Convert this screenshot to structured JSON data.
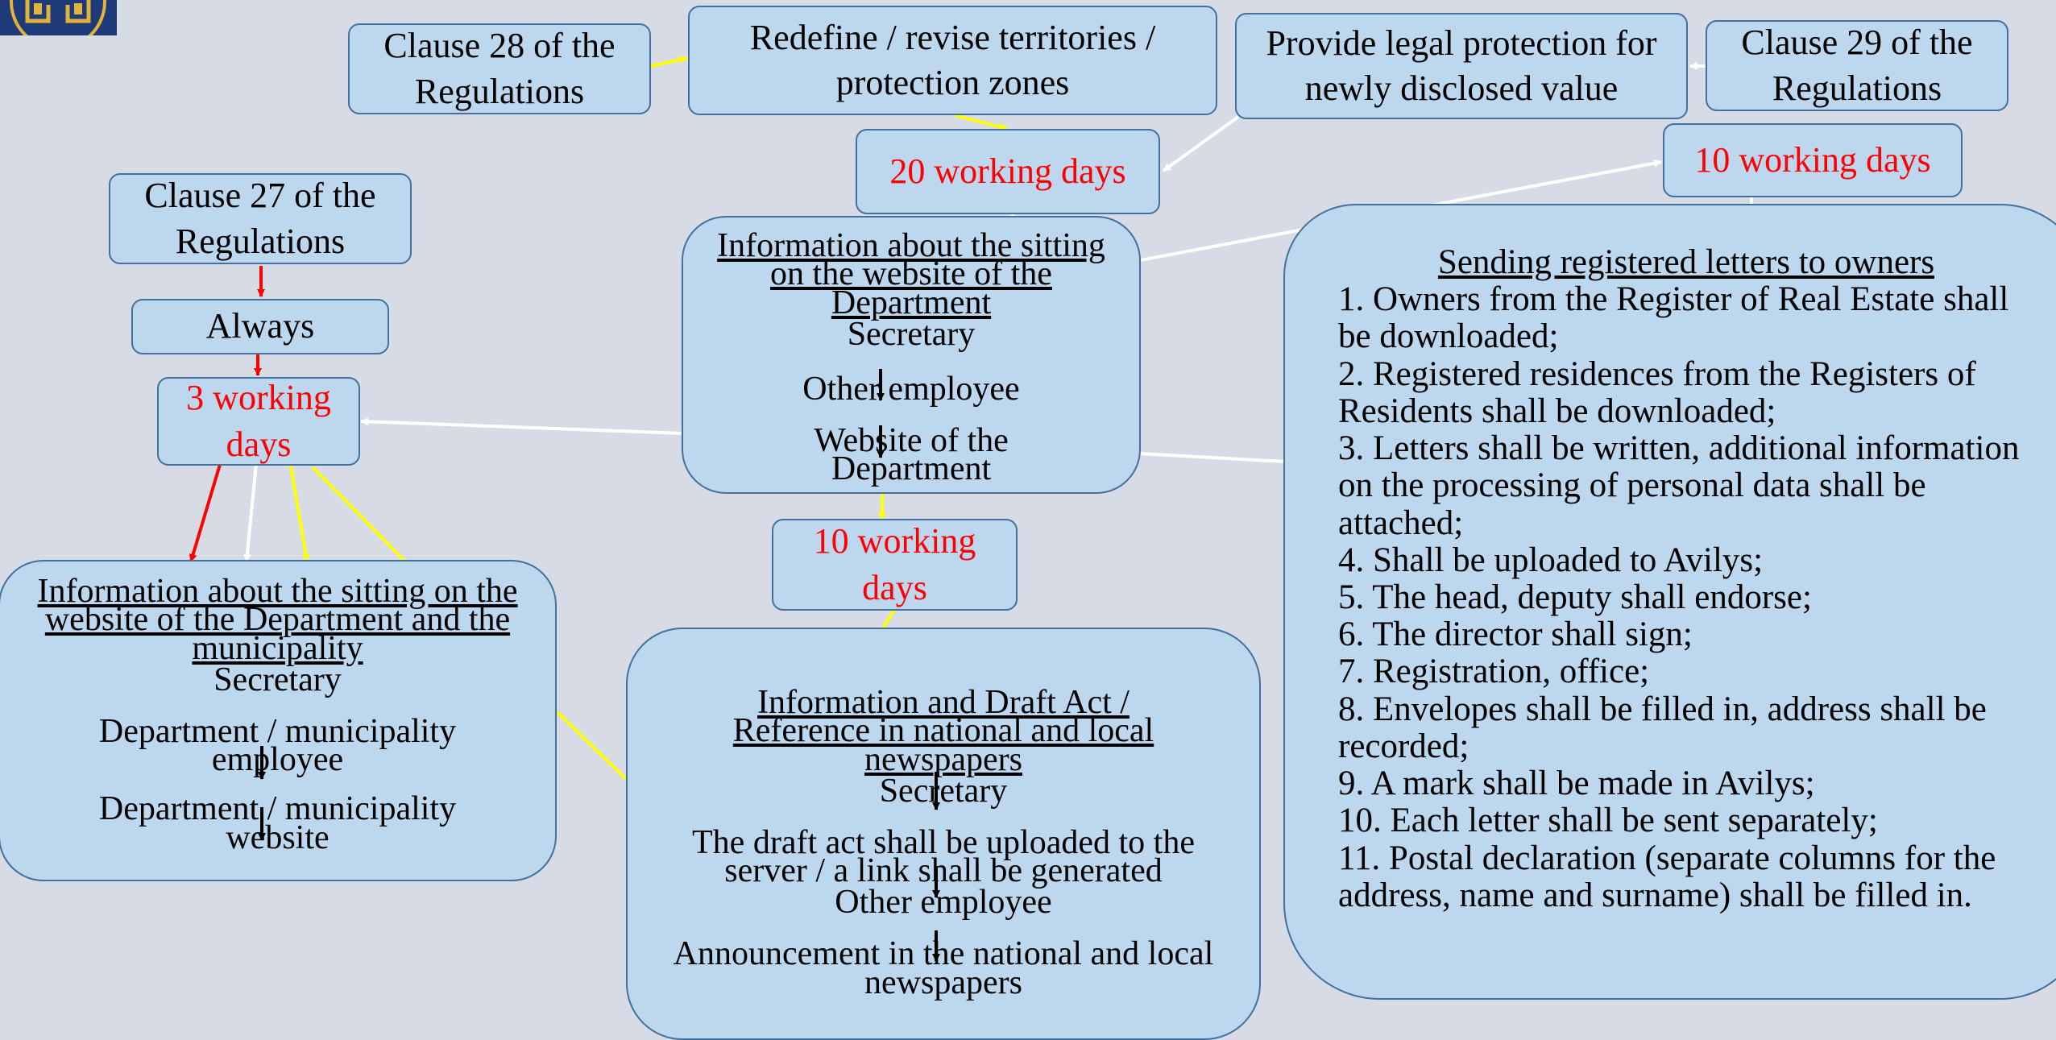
{
  "colors": {
    "background": "#d6dbe5",
    "box_fill": "#bdd7ee",
    "box_border": "#41719c",
    "days_text": "#ff0000"
  },
  "clause28": {
    "text": "Clause 28 of the Regulations"
  },
  "redefine": {
    "text": "Redefine / revise territories / protection zones"
  },
  "legal_protection": {
    "text": "Provide legal protection for newly disclosed value"
  },
  "clause29": {
    "text": "Clause 29 of the Regulations"
  },
  "days_20": {
    "text": "20 working days"
  },
  "days_10_right": {
    "text": "10 working days"
  },
  "clause27": {
    "text": "Clause 27 of the Regulations"
  },
  "always": {
    "text": "Always"
  },
  "days_3": {
    "text": "3 working days"
  },
  "dept_site": {
    "title": "Information about the sitting on the website of the Department",
    "steps": [
      "Secretary",
      "Other employee",
      "Website of the Department"
    ]
  },
  "days_10_mid": {
    "text": "10 working days"
  },
  "municipality": {
    "title": "Information about the sitting on the website of the Department and the municipality",
    "steps": [
      "Secretary",
      "Department / municipality employee",
      "Department / municipality website"
    ]
  },
  "newspapers": {
    "title": "Information and Draft Act / Reference in national and local newspapers",
    "steps": [
      "Secretary",
      "The draft act shall be uploaded to the server / a link shall be generated",
      "Other employee",
      "Announcement in the national and local newspapers"
    ]
  },
  "letters": {
    "title": "Sending registered letters to owners",
    "items": [
      "1. Owners from the Register of Real Estate shall be downloaded;",
      "2. Registered residences from the Registers of Residents shall be downloaded;",
      "3. Letters shall be written, additional information on the processing of personal data shall be attached;",
      "4. Shall be uploaded to Avilys;",
      "5. The head, deputy shall endorse;",
      "6. The director shall sign;",
      "7. Registration, office;",
      "8. Envelopes shall be filled in, address shall be recorded;",
      "9. A mark shall be made in Avilys;",
      "10. Each letter shall be sent separately;",
      "11. Postal declaration (separate columns for the address, name and surname) shall be filled in."
    ]
  }
}
